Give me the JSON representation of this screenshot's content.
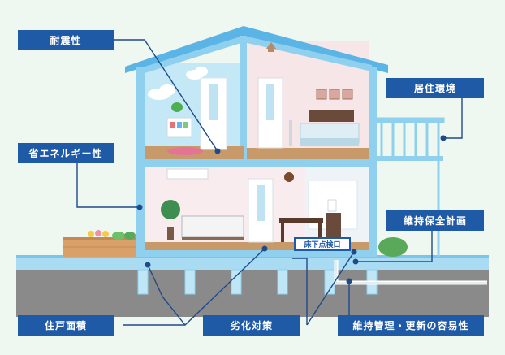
{
  "labels": {
    "seismic": "耐震性",
    "energy": "省エネルギー性",
    "floor_area": "住戸面積",
    "living_env": "居住環境",
    "maint_plan": "維持保全計画",
    "deterioration": "劣化対策",
    "maint_update": "維持管理・更新の容易性"
  },
  "inspection_port": "床下点検口",
  "colors": {
    "label_bg": "#1f5aa6",
    "line": "#1f4a8a",
    "frame": "#8fd0ee",
    "roof": "#5ab4e5",
    "floor_wood": "#c89a6a",
    "ground": "#8a8a8a",
    "background": "#eef7f0"
  }
}
